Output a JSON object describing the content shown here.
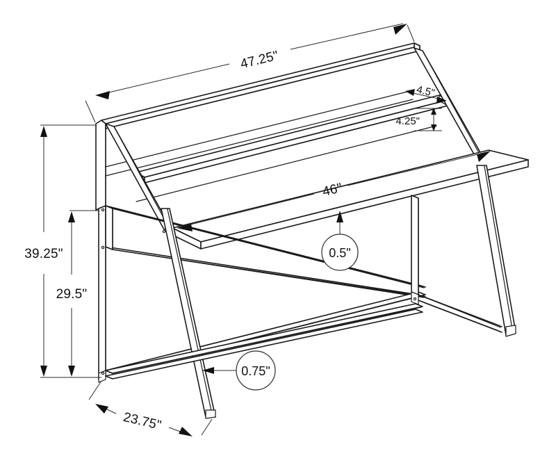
{
  "drawing": {
    "title": "Desk with hutch — dimensioned technical line drawing",
    "background_color": "#ffffff",
    "line_color": "#1a1a1a",
    "dimension_color": "#2b2b2b",
    "units": "inches"
  },
  "dimensions": {
    "hutch_top_width": "47.25\"",
    "shelf_depth": "4.5\"",
    "shelf_clearance_height": "4.25\"",
    "desktop_width": "46\"",
    "overall_height": "39.25\"",
    "desktop_height": "29.5\"",
    "desk_depth": "23.75\"",
    "desktop_thickness": "0.5\"",
    "frame_tube_thickness": "0.75\""
  },
  "callouts": [
    {
      "name": "desktop-thickness",
      "value": "0.5\""
    },
    {
      "name": "frame-tube-thickness",
      "value": "0.75\""
    }
  ],
  "dimension_list": [
    {
      "name": "hutch-top-width",
      "value": "47.25\"",
      "orientation": "diagonal-top"
    },
    {
      "name": "shelf-depth",
      "value": "4.5\"",
      "orientation": "diagonal-right"
    },
    {
      "name": "shelf-clearance-height",
      "value": "4.25\"",
      "orientation": "vertical"
    },
    {
      "name": "desktop-width",
      "value": "46\"",
      "orientation": "diagonal-middle"
    },
    {
      "name": "overall-height",
      "value": "39.25\"",
      "orientation": "vertical-left"
    },
    {
      "name": "desktop-height",
      "value": "29.5\"",
      "orientation": "vertical-left-inner"
    },
    {
      "name": "desk-depth",
      "value": "23.75\"",
      "orientation": "diagonal-bottom"
    }
  ]
}
